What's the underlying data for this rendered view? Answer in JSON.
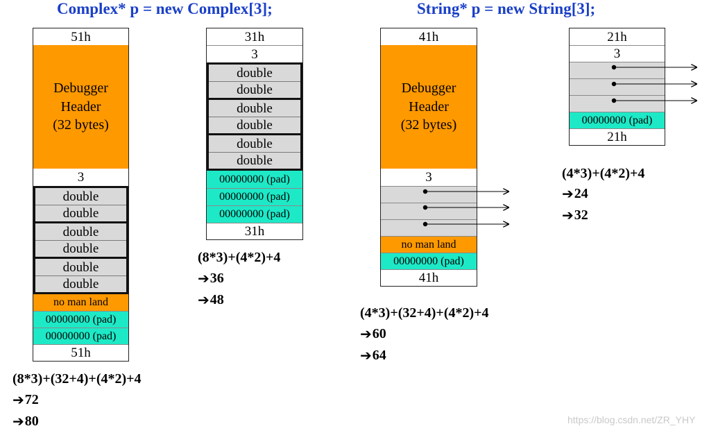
{
  "titles": {
    "complex": "Complex* p = new Complex[3];",
    "string": "String* p = new String[3];"
  },
  "complex_debug": {
    "top": "51h",
    "header": [
      "Debugger",
      "Header",
      "(32 bytes)"
    ],
    "count": "3",
    "doubles": [
      "double",
      "double",
      "double",
      "double",
      "double",
      "double"
    ],
    "no_man_land": "no man land",
    "pads": [
      "00000000 (pad)",
      "00000000 (pad)"
    ],
    "bottom": "51h",
    "calc": {
      "formula": "(8*3)+(32+4)+(4*2)+4",
      "results": [
        "72",
        "80"
      ]
    }
  },
  "complex_release": {
    "top": "31h",
    "count": "3",
    "doubles": [
      "double",
      "double",
      "double",
      "double",
      "double",
      "double"
    ],
    "pads": [
      "00000000 (pad)",
      "00000000 (pad)",
      "00000000 (pad)"
    ],
    "bottom": "31h",
    "calc": {
      "formula": "(8*3)+(4*2)+4",
      "results": [
        "36",
        "48"
      ]
    }
  },
  "string_debug": {
    "top": "41h",
    "header": [
      "Debugger",
      "Header",
      "(32 bytes)"
    ],
    "count": "3",
    "no_man_land": "no man land",
    "pads": [
      "00000000 (pad)"
    ],
    "bottom": "41h",
    "calc": {
      "formula": "(4*3)+(32+4)+(4*2)+4",
      "results": [
        "60",
        "64"
      ]
    }
  },
  "string_release": {
    "top": "21h",
    "count": "3",
    "pads": [
      "00000000 (pad)"
    ],
    "bottom": "21h",
    "calc": {
      "formula": "(4*3)+(4*2)+4",
      "results": [
        "24",
        "32"
      ]
    }
  },
  "arrow_glyph": "➔",
  "watermark": "https://blog.csdn.net/ZR_YHY",
  "colors": {
    "title": "#1a3fc8",
    "header": "#ff9900",
    "pad": "#1de9c7",
    "pointer_cell": "#d9d9d9"
  }
}
